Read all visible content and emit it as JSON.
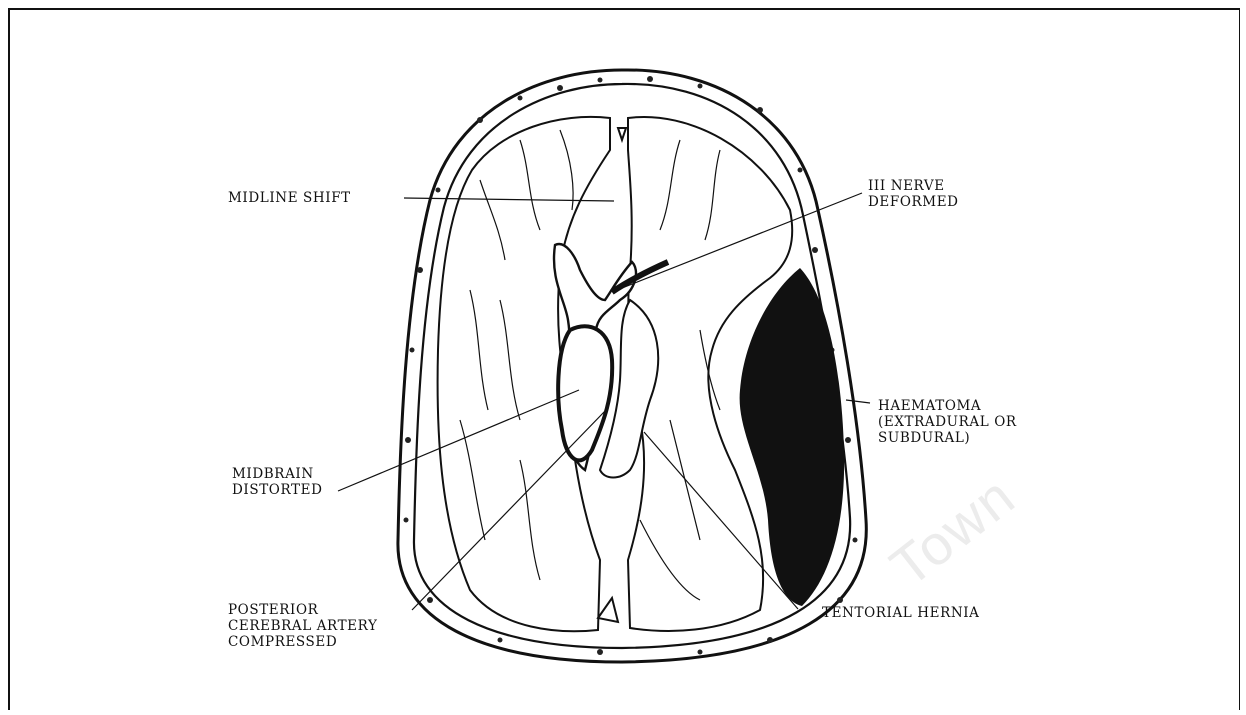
{
  "labels": {
    "midline_shift": [
      "MIDLINE SHIFT"
    ],
    "iii_nerve": [
      "III NERVE",
      "DEFORMED"
    ],
    "haematoma": [
      "HAEMATOMA",
      "(EXTRADURAL OR",
      "SUBDURAL)"
    ],
    "midbrain": [
      "MIDBRAIN",
      "DISTORTED"
    ],
    "posterior_artery": [
      "POSTERIOR",
      "CEREBRAL ARTERY",
      "COMPRESSED"
    ],
    "tentorial_hernia": [
      "TENTORIAL HERNIA"
    ]
  },
  "watermark": "Town"
}
